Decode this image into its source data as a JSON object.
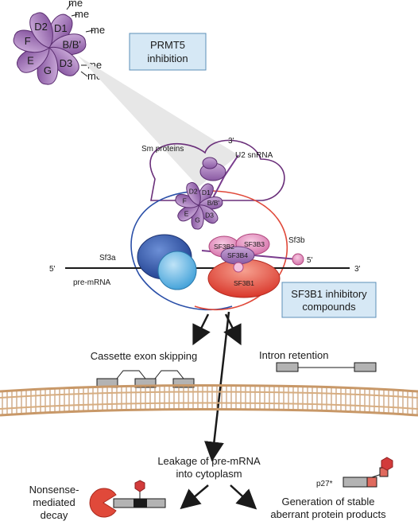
{
  "sm_ring_top": {
    "petals": [
      "D1",
      "B/B'",
      "D3",
      "G",
      "E",
      "F",
      "D2"
    ],
    "methyl_marks": [
      "me",
      "me",
      "me",
      "me",
      "me"
    ]
  },
  "prmt5_box": {
    "line1": "PRMT5",
    "line2": "inhibition"
  },
  "spliceosome": {
    "sm_proteins_label": "Sm proteins",
    "three_prime_u2": "3'",
    "u2_snrna_label": "U2 snRNA",
    "sm_ring": {
      "petals": [
        "D1",
        "B/B'",
        "D3",
        "G",
        "E",
        "F",
        "D2"
      ]
    },
    "sf3a_label": "Sf3a",
    "sf3b_label": "Sf3b",
    "sf3b_subunits": [
      "SF3B2",
      "SF3B3",
      "SF3B4",
      "SF3B1"
    ],
    "five_prime_left": "5'",
    "five_prime_right": "5'",
    "three_prime_right": "3'",
    "pre_mrna_label": "pre-mRNA"
  },
  "sf3b1_box": {
    "line1": "SF3B1 inhibitory",
    "line2": "compounds"
  },
  "outcomes": {
    "cassette_exon_skipping": "Cassette exon skipping",
    "intron_retention": "Intron retention",
    "leakage_line1": "Leakage of pre-mRNA",
    "leakage_line2": "into cytoplasm",
    "nmd_line1": "Nonsense-",
    "nmd_line2": "mediated",
    "nmd_line3": "decay",
    "p27_label": "p27*",
    "aberrant_line1": "Generation of stable",
    "aberrant_line2": "aberrant protein products"
  },
  "colors": {
    "sm_purple": "#9b6bb0",
    "sm_purple_dark": "#6a3d80",
    "prmt5_box_fill": "#d6e8f5",
    "box_border": "#5c8fb8",
    "sf3a_blue": "#2a4fa8",
    "sf3b_red": "#e0493a",
    "sf3b_pink": "#e79ac8",
    "membrane": "#c89868",
    "exon_gray": "#b3b3b3",
    "hexagon_red": "#d23b3b"
  }
}
